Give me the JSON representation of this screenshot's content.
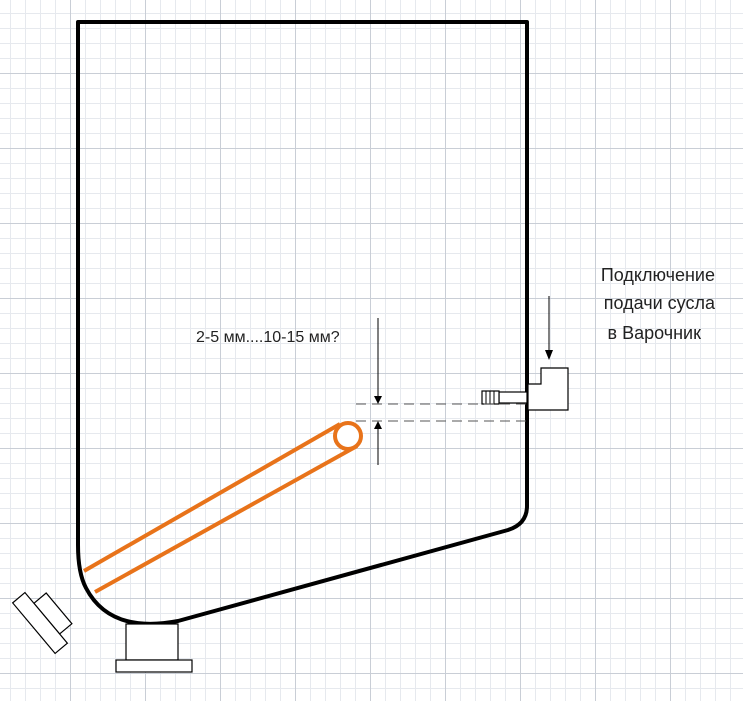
{
  "labels": {
    "gap": "2-5 мм....10-15 мм?",
    "connection_line1": "Подключение",
    "connection_line2": "подачи сусла",
    "connection_line3": "в Варочник"
  },
  "colors": {
    "vessel": "#000000",
    "tube": "#e8731a",
    "dimension": "#000000",
    "dashed": "#555555"
  }
}
